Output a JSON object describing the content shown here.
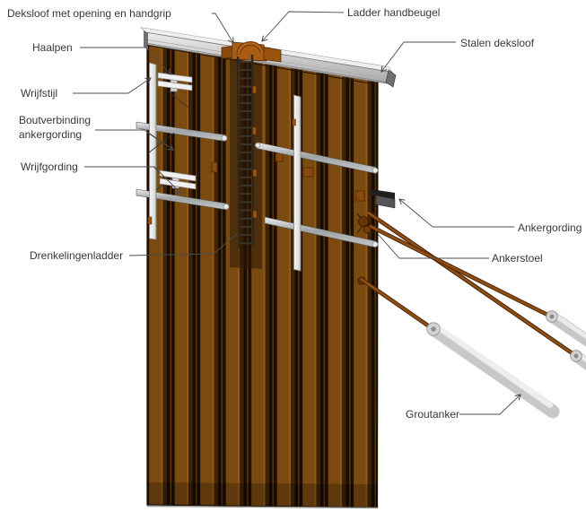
{
  "diagram": {
    "labels": {
      "deksloof_opening": "Deksloof met opening en handgrip",
      "ladder_handbeugel": "Ladder handbeugel",
      "stalen_deksloof": "Stalen deksloof",
      "haalpen": "Haalpen",
      "wrijfstijl": "Wrijfstijl",
      "boutverbinding_line1": "Boutverbinding",
      "boutverbinding_line2": "ankergording",
      "wrijfgording": "Wrijfgording",
      "drenkelingenladder": "Drenkelingenladder",
      "ankergording": "Ankergording",
      "ankerstoel": "Ankerstoel",
      "groutanker": "Groutanker"
    },
    "colors": {
      "plank_medium": "#7a4a11",
      "plank_dark": "#1d0f02",
      "steel_light": "#e9e9e9",
      "steel_mid": "#b9b9b9",
      "orange_fitting": "#a8560e",
      "anchor_rod": "#8f4e14",
      "grout_anchor_body": "#c8c8c8",
      "callout_line": "#4d4d4d",
      "label_text": "#383838",
      "background": "#ffffff"
    }
  }
}
